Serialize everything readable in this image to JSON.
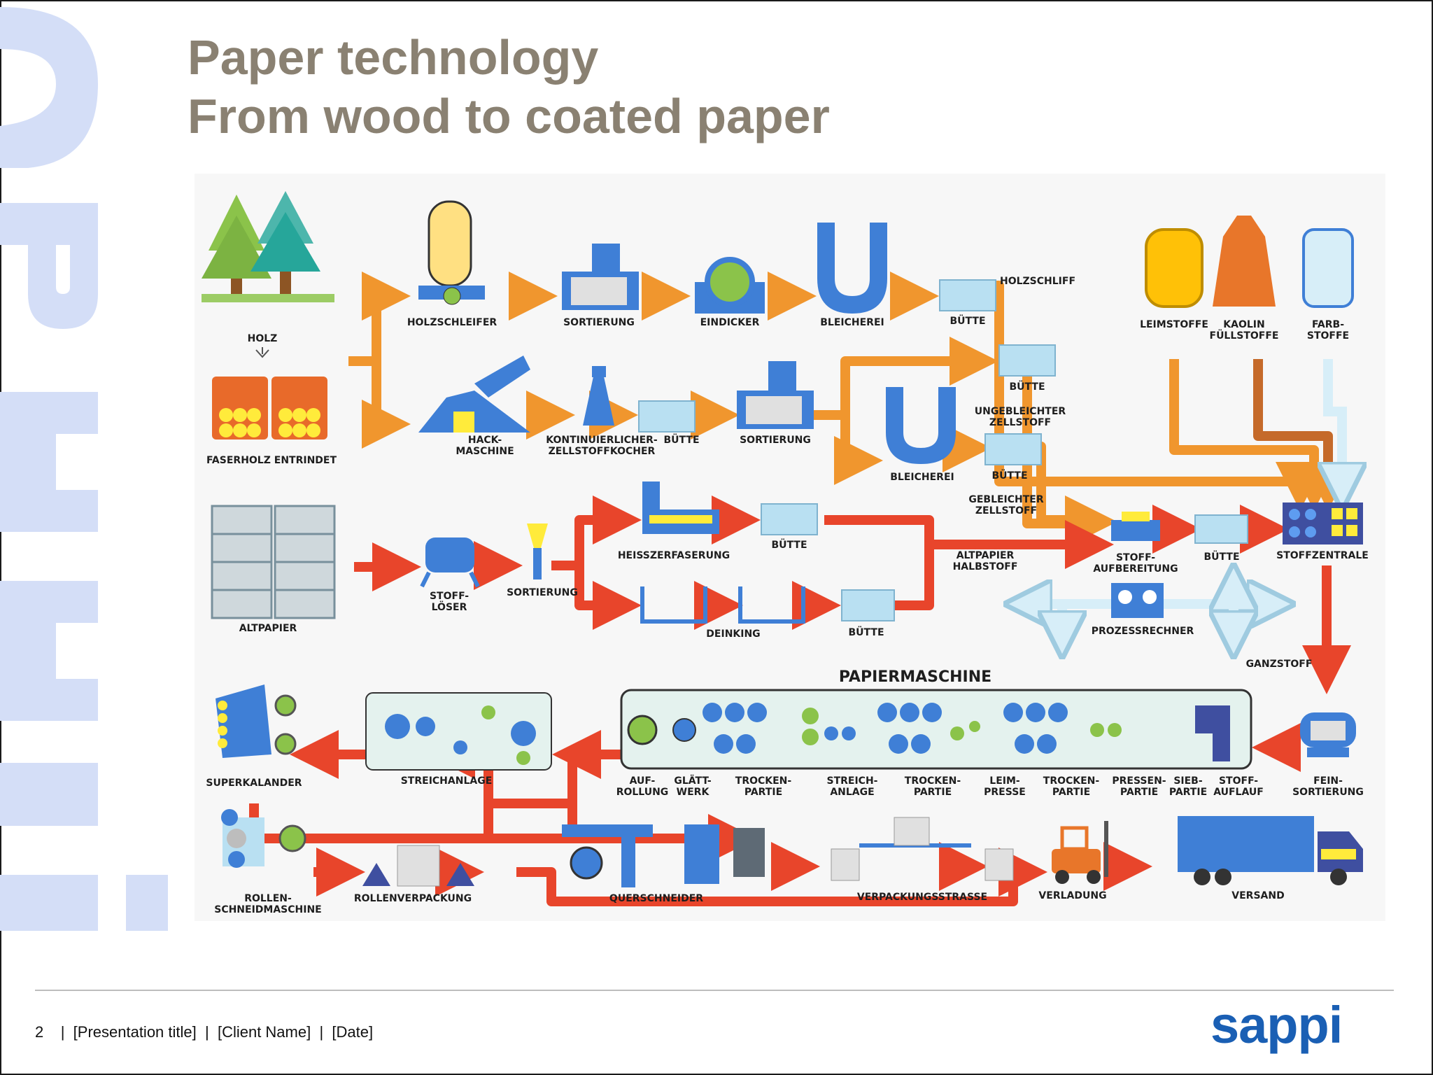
{
  "slide": {
    "title_line1": "Paper technology",
    "title_line2": "From wood to coated paper",
    "watermark": "sappi"
  },
  "footer": {
    "page_number": "2",
    "separator": "|",
    "presentation_title": "[Presentation title]",
    "client_name": "[Client Name]",
    "date": "[Date]",
    "logo": "sappi"
  },
  "diagram": {
    "labels": {
      "holz": "HOLZ",
      "faserholz": "FASERHOLZ ENTRINDET",
      "altpapier": "ALTPAPIER",
      "holzschleifer": "HOLZSCHLEIFER",
      "sortierung1": "SORTIERUNG",
      "eindicker": "EINDICKER",
      "bleicherei1": "BLEICHEREI",
      "butte1": "BÜTTE",
      "holzschliff": "HOLZSCHLIFF",
      "leimstoffe": "LEIMSTOFFE",
      "kaolin": "KAOLIN",
      "fullstoffe": "FÜLLSTOFFE",
      "farb": "FARB-",
      "stoffe": "STOFFE",
      "hack": "HACK-",
      "maschine": "MASCHINE",
      "kontinuierlicher": "KONTINUIERLICHER-",
      "zellstoffkocher": "ZELLSTOFFKOCHER",
      "butte2": "BÜTTE",
      "sortierung2": "SORTIERUNG",
      "butte3": "BÜTTE",
      "ungebleichter": "UNGEBLEICHTER",
      "zellstoff1": "ZELLSTOFF",
      "bleicherei2": "BLEICHEREI",
      "butte4": "BÜTTE",
      "gebleichter": "GEBLEICHTER",
      "zellstoff2": "ZELLSTOFF",
      "heisszerfaserung": "HEISSZERFASERUNG",
      "butte5": "BÜTTE",
      "altpapier_halbstoff1": "ALTPAPIER",
      "altpapier_halbstoff2": "HALBSTOFF",
      "stoff_aufbereitung1": "STOFF-",
      "stoff_aufbereitung2": "AUFBEREITUNG",
      "butte6": "BÜTTE",
      "stoffzentrale": "STOFFZENTRALE",
      "stoffloser1": "STOFF-",
      "stoffloser2": "LÖSER",
      "sortierung3": "SORTIERUNG",
      "deinking": "DEINKING",
      "butte7": "BÜTTE",
      "prozessrechner": "PROZESSRECHNER",
      "ganzstoff": "GANZSTOFF",
      "papiermaschine": "PAPIERMASCHINE",
      "superkalander": "SUPERKALANDER",
      "streichanlage1": "STREICHANLAGE",
      "aufrollung1": "AUF-",
      "aufrollung2": "ROLLUNG",
      "glattwerk1": "GLÄTT-",
      "glattwerk2": "WERK",
      "trockenpartie1a": "TROCKEN-",
      "trockenpartie1b": "PARTIE",
      "streichanlage2a": "STREICH-",
      "streichanlage2b": "ANLAGE",
      "trockenpartie2a": "TROCKEN-",
      "trockenpartie2b": "PARTIE",
      "leimpresse1": "LEIM-",
      "leimpresse2": "PRESSE",
      "trockenpartie3a": "TROCKEN-",
      "trockenpartie3b": "PARTIE",
      "pressenpartie1": "PRESSEN-",
      "pressenpartie2": "PARTIE",
      "siebpartie1": "SIEB-",
      "siebpartie2": "PARTIE",
      "stoffauflauf1": "STOFF-",
      "stoffauflauf2": "AUFLAUF",
      "feinsortierung1": "FEIN-",
      "feinsortierung2": "SORTIERUNG",
      "rollenschneidmaschine1": "ROLLEN-",
      "rollenschneidmaschine2": "SCHNEIDMASCHINE",
      "rollenverpackung": "ROLLENVERPACKUNG",
      "querschneider": "QUERSCHNEIDER",
      "verpackungsstrasse": "VERPACKUNGSSTRASSE",
      "verladung": "VERLADUNG",
      "versand": "VERSAND"
    }
  },
  "colors": {
    "title": "#8a8172",
    "watermark": "#d4def7",
    "orange_flow": "#f0962e",
    "red_flow": "#e8452b",
    "machine_blue": "#3f7fd6",
    "light_blue": "#b9e0f2",
    "logo": "#1a5fb4"
  }
}
